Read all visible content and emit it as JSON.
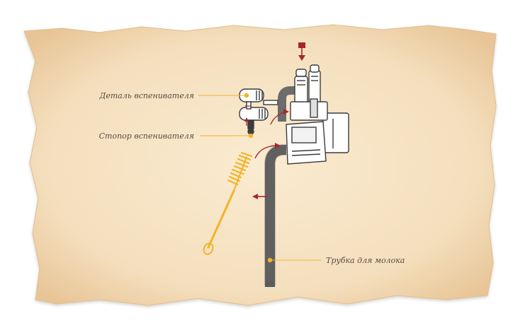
{
  "labels": {
    "frother_part": "Деталь вспенивателя",
    "frother_stopper": "Стопор вспенивателя",
    "milk_tube": "Трубка для молока"
  },
  "colors": {
    "paper": "#f6e3c3",
    "paper_edge": "#e9c799",
    "tube": "#6c6c6c",
    "tube_dark": "#4a4a4a",
    "brush": "#f2b329",
    "accent_red": "#a5262e",
    "leader": "#f2b329",
    "text": "#5a4a3f",
    "line_art": "#3c3c3c"
  },
  "icons": {
    "down_arrow": "down-arrow-icon",
    "left_arrow": "left-arrow-icon"
  }
}
